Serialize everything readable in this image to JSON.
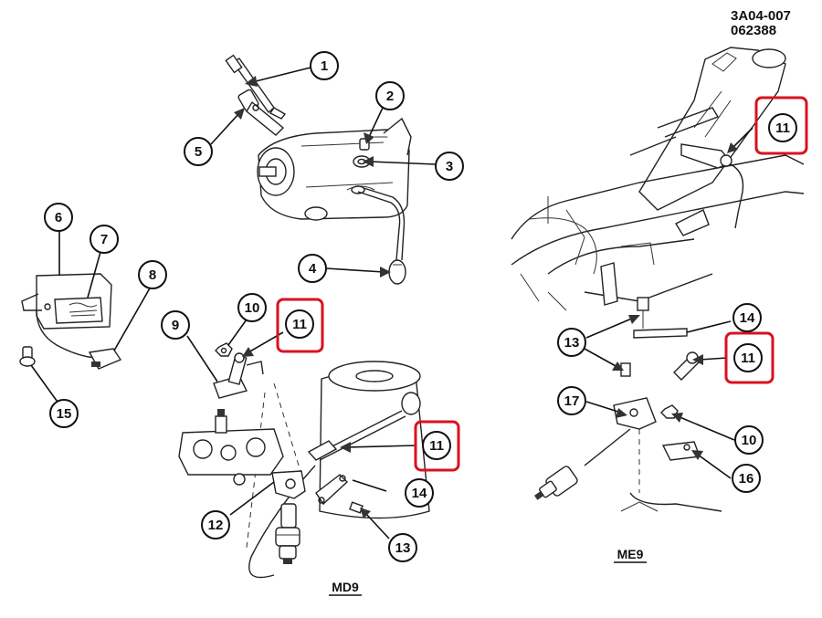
{
  "document": {
    "code_line1": "3A04-007",
    "code_line2": "062388"
  },
  "views": {
    "left_bottom": "MD9",
    "right_bottom": "ME9"
  },
  "highlight_color": "#d9121f",
  "callouts": {
    "c1": "1",
    "c2": "2",
    "c3": "3",
    "c4": "4",
    "c5": "5",
    "c6": "6",
    "c7": "7",
    "c8": "8",
    "c9": "9",
    "c10a": "10",
    "c11a": "11",
    "c11b": "11",
    "c12": "12",
    "c13a": "13",
    "c14a": "14",
    "c15": "15",
    "c11c": "11",
    "c13b": "13",
    "c14b": "14",
    "c11d": "11",
    "c17": "17",
    "c10b": "10",
    "c16": "16"
  }
}
